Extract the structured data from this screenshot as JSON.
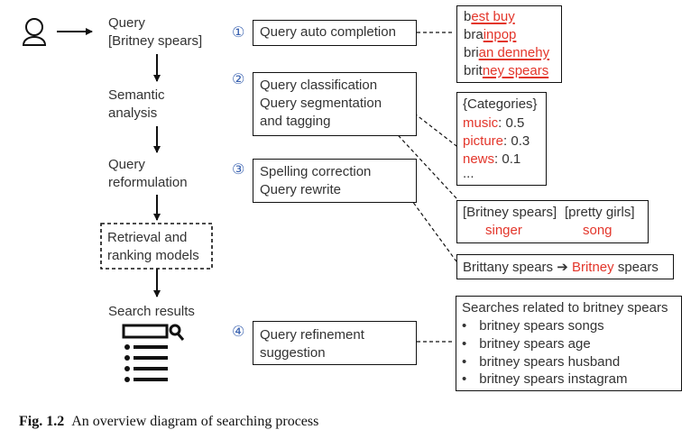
{
  "flow": {
    "query_label": "Query",
    "query_value": "[Britney spears]",
    "semantic_line1": "Semantic",
    "semantic_line2": "analysis",
    "reform_line1": "Query",
    "reform_line2": "reformulation",
    "retrieval_line1": "Retrieval and",
    "retrieval_line2": "ranking models",
    "results": "Search results"
  },
  "steps": [
    {
      "num": "①",
      "lines": [
        "Query auto completion"
      ]
    },
    {
      "num": "②",
      "lines": [
        "Query classification",
        "Query segmentation",
        "and tagging"
      ]
    },
    {
      "num": "③",
      "lines": [
        "Spelling correction",
        "Query rewrite"
      ]
    },
    {
      "num": "④",
      "lines": [
        "Query refinement",
        "suggestion"
      ]
    }
  ],
  "autocomplete": [
    {
      "prefix": "b",
      "suffix": "est buy"
    },
    {
      "prefix": "bra",
      "suffix": "inpop"
    },
    {
      "prefix": "bri",
      "suffix": "an dennehy"
    },
    {
      "prefix": "brit",
      "suffix": "ney spears"
    }
  ],
  "categories": {
    "header": "{Categories}",
    "items": [
      {
        "name": "music",
        "value": ": 0.5"
      },
      {
        "name": "picture",
        "value": ": 0.3"
      },
      {
        "name": "news",
        "value": ": 0.1"
      }
    ],
    "more": "..."
  },
  "tagging": {
    "seg1": "[Britney spears]",
    "seg2": "[pretty girls]",
    "tag1": "singer",
    "tag2": "song"
  },
  "spelling": {
    "wrong": "Brittany spears",
    "arrow": "➔",
    "right_red": "Britney",
    "right_rest": " spears"
  },
  "related": {
    "header": "Searches related to britney spears",
    "items": [
      "britney spears songs",
      "britney spears age",
      "britney spears husband",
      "britney spears instagram"
    ],
    "bullet": "•"
  },
  "caption": {
    "label": "Fig. 1.2",
    "text": "An overview diagram of searching process"
  }
}
